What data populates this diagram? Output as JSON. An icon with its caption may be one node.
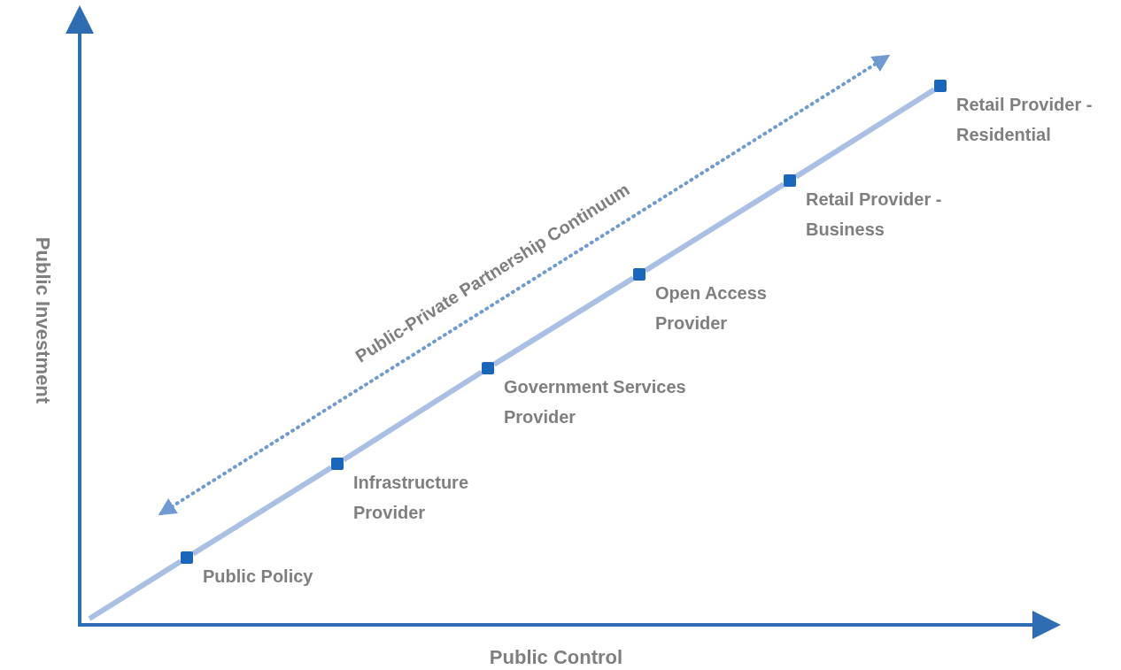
{
  "diagram": {
    "nodes": [
      {
        "text": [],
        "shape": "box",
        "beside": [
          "Public Policy"
        ]
      },
      {
        "text": [],
        "shape": "box",
        "beside": [
          "Infrastructure Provider"
        ]
      },
      {
        "text": [],
        "shape": "box",
        "beside": [
          "Government Services Provider"
        ]
      },
      {
        "text": [],
        "shape": "box",
        "beside": [
          "Open Access Provider"
        ]
      },
      {
        "text": [],
        "shape": "box",
        "beside": [
          "Retail Provider - Business"
        ]
      },
      {
        "text": [],
        "shape": "box",
        "beside": [
          "Retail Provider - Residential"
        ]
      }
    ],
    "edges": [
      {
        "from": null,
        "to": 0,
        "arrow": "none"
      },
      {
        "from": 0,
        "to": 1,
        "arrow": "none"
      },
      {
        "from": 1,
        "to": 2,
        "arrow": "none"
      },
      {
        "from": 2,
        "to": 3,
        "arrow": "none"
      },
      {
        "from": 3,
        "to": 4,
        "arrow": "none"
      },
      {
        "from": 4,
        "to": 5,
        "arrow": "none"
      }
    ],
    "labels": [
      "Public Investment",
      "Public-Private Partnership Continuum",
      "Public Control"
    ]
  }
}
